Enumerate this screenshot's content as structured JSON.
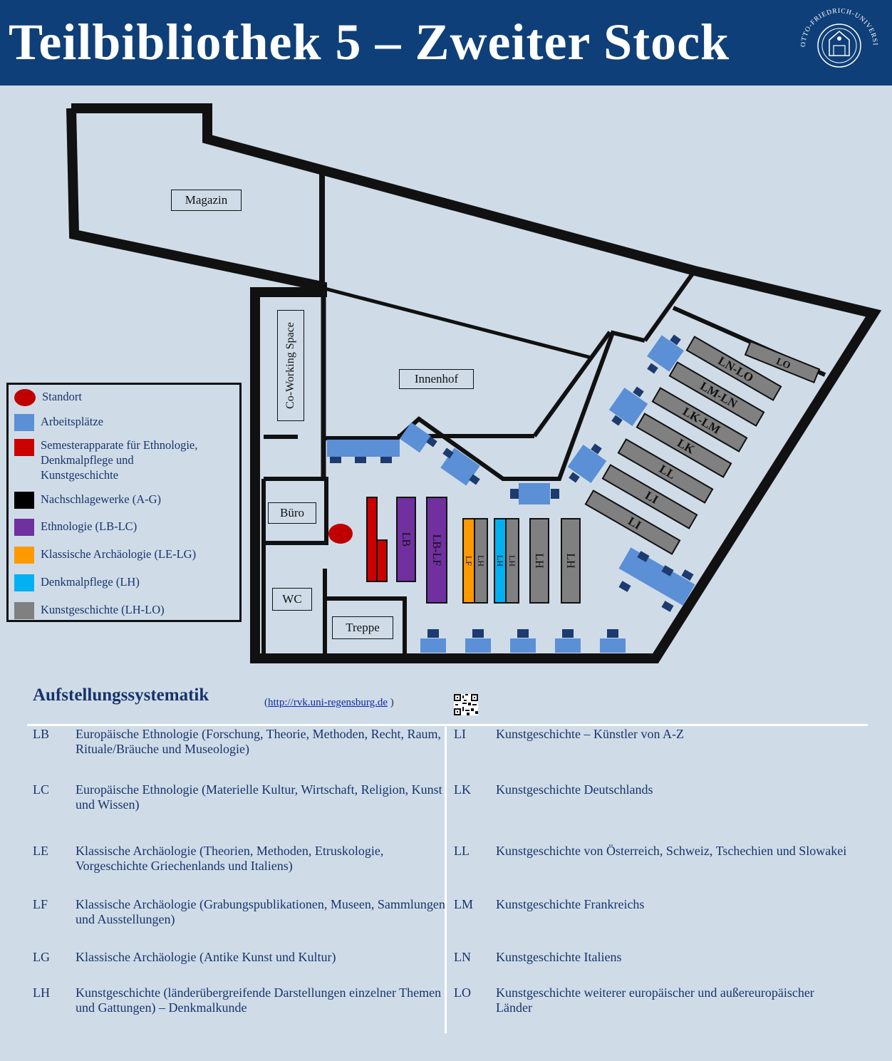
{
  "header": {
    "title": "Teilbibliothek 5 – Zweiter Stock",
    "seal_text": "OTTO-FRIEDRICH-UNIVERSITÄT BAMBERG · UNIVERSITY OF BAMBERG"
  },
  "colors": {
    "header_bg": "#0f3f78",
    "background": "#cfdce8",
    "standort": "#c00000",
    "arbeitsplaetze": "#5b8fd6",
    "semesterapparate": "#cc0000",
    "nachschlagewerke": "#000000",
    "ethnologie": "#7030a0",
    "klass_archaeologie": "#ff9900",
    "denkmalpflege": "#00b0f0",
    "kunstgeschichte": "#808080"
  },
  "rooms": {
    "magazin": "Magazin",
    "innenhof": "Innenhof",
    "coworking": "Co-Working Space",
    "buero": "Büro",
    "wc": "WC",
    "treppe": "Treppe"
  },
  "shelves": {
    "lb": "LB",
    "lb_lf": "LB-LF",
    "lf": "LF",
    "lh1": "LH",
    "lh2": "LH",
    "lh3": "LH",
    "lh4": "LH",
    "lh5": "LH",
    "li1": "LI",
    "li2": "LI",
    "ll": "LL",
    "lk": "LK",
    "lk_lm": "LK-LM",
    "lm_ln": "LM-LN",
    "ln_lo": "LN-LO",
    "lo": "LO"
  },
  "legend": [
    {
      "label": "Standort",
      "color": "#c00000",
      "shape": "circle"
    },
    {
      "label": "Arbeitsplätze",
      "color": "#5b8fd6",
      "shape": "square"
    },
    {
      "label": "Semesterapparate für Ethnologie, Denkmalpflege und Kunstgeschichte",
      "color": "#cc0000",
      "shape": "square"
    },
    {
      "label": "Nachschlagewerke (A-G)",
      "color": "#000000",
      "shape": "square"
    },
    {
      "label": "Ethnologie (LB-LC)",
      "color": "#7030a0",
      "shape": "square"
    },
    {
      "label": "Klassische Archäologie (LE-LG)",
      "color": "#ff9900",
      "shape": "square"
    },
    {
      "label": "Denkmalpflege (LH)",
      "color": "#00b0f0",
      "shape": "square"
    },
    {
      "label": "Kunstgeschichte (LH-LO)",
      "color": "#808080",
      "shape": "square"
    }
  ],
  "systematik": {
    "title": "Aufstellungssystematik",
    "url_text": "http://rvk.uni-regensburg.de",
    "left": [
      {
        "code": "LB",
        "text": "Europäische Ethnologie (Forschung, Theorie, Methoden, Recht, Raum, Rituale/Bräuche und Museologie)"
      },
      {
        "code": "LC",
        "text": "Europäische Ethnologie (Materielle Kultur, Wirtschaft, Religion, Kunst und Wissen)"
      },
      {
        "code": "LE",
        "text": "Klassische Archäologie (Theorien, Methoden, Etruskologie, Vorgeschichte Griechenlands und Italiens)"
      },
      {
        "code": "LF",
        "text": "Klassische Archäologie (Grabungspublikationen, Museen, Sammlungen und Ausstellungen)"
      },
      {
        "code": "LG",
        "text": "Klassische Archäologie (Antike Kunst und Kultur)"
      },
      {
        "code": "LH",
        "text": "Kunstgeschichte  (länderübergreifende Darstellungen einzelner Themen und Gattungen) – Denkmalkunde"
      }
    ],
    "right": [
      {
        "code": "LI",
        "text": "Kunstgeschichte – Künstler von A-Z"
      },
      {
        "code": "LK",
        "text": "Kunstgeschichte Deutschlands"
      },
      {
        "code": "LL",
        "text": "Kunstgeschichte von Österreich, Schweiz, Tschechien und Slowakei"
      },
      {
        "code": "LM",
        "text": "Kunstgeschichte Frankreichs"
      },
      {
        "code": "LN",
        "text": "Kunstgeschichte Italiens"
      },
      {
        "code": "LO",
        "text": "Kunstgeschichte weiterer europäischer und außereuropäischer Länder"
      }
    ]
  }
}
